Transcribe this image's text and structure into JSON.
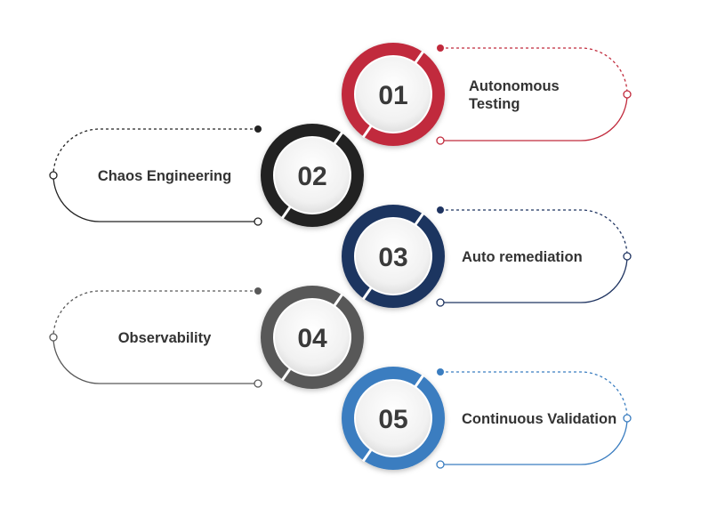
{
  "steps": [
    {
      "number": "01",
      "label_lines": [
        "Autonomous",
        "Testing"
      ],
      "color": "#c12a3c",
      "side": "right"
    },
    {
      "number": "02",
      "label_lines": [
        "Chaos Engineering"
      ],
      "color": "#232323",
      "side": "left"
    },
    {
      "number": "03",
      "label_lines": [
        "Auto remediation"
      ],
      "color": "#1f3461",
      "side": "right"
    },
    {
      "number": "04",
      "label_lines": [
        "Observability"
      ],
      "color": "#595959",
      "side": "left"
    },
    {
      "number": "05",
      "label_lines": [
        "Continuous Validation"
      ],
      "color": "#3a7dc0",
      "side": "right"
    }
  ]
}
